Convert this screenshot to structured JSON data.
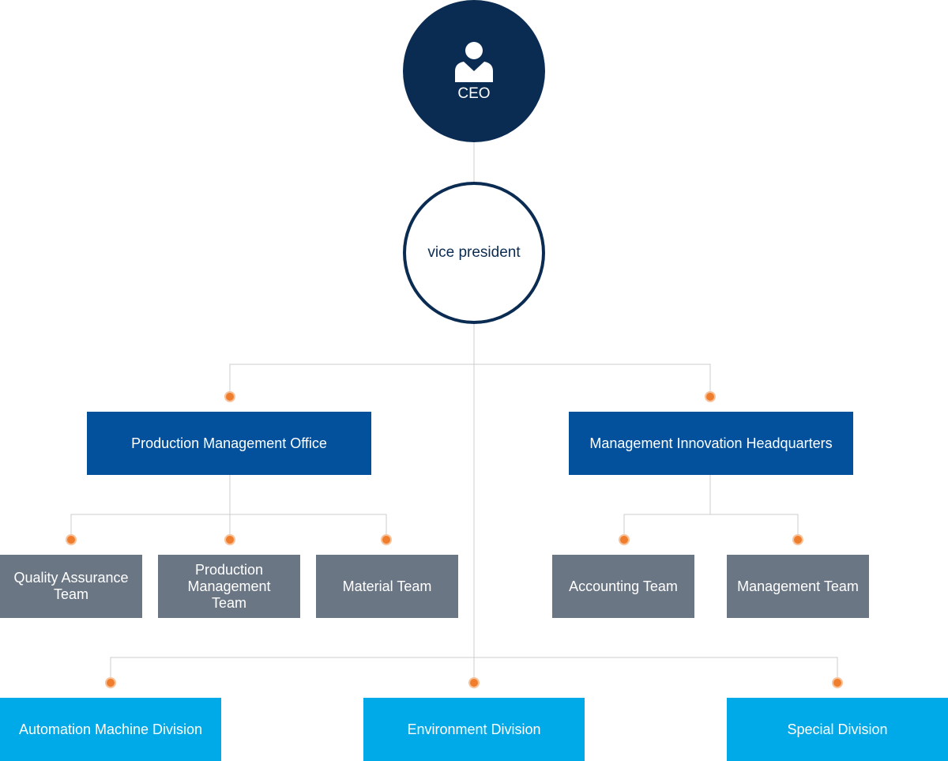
{
  "ceo": {
    "label": "CEO",
    "icon": "person-icon"
  },
  "vice_president": {
    "label": "vice president"
  },
  "offices": {
    "production": "Production Management Office",
    "innovation": "Management Innovation Headquarters"
  },
  "teams": {
    "quality": "Quality Assurance Team",
    "production": "Production Management Team",
    "material": "Material Team",
    "accounting": "Accounting Team",
    "management": "Management Team"
  },
  "divisions": {
    "automation": "Automation Machine Division",
    "environment": "Environment Division",
    "special": "Special Division"
  },
  "colors": {
    "ceo": "#0b2c52",
    "office": "#03519c",
    "team": "#6b7685",
    "division": "#00a9e7",
    "connector_dot": "#ef7d2c",
    "line": "#cccccc"
  }
}
